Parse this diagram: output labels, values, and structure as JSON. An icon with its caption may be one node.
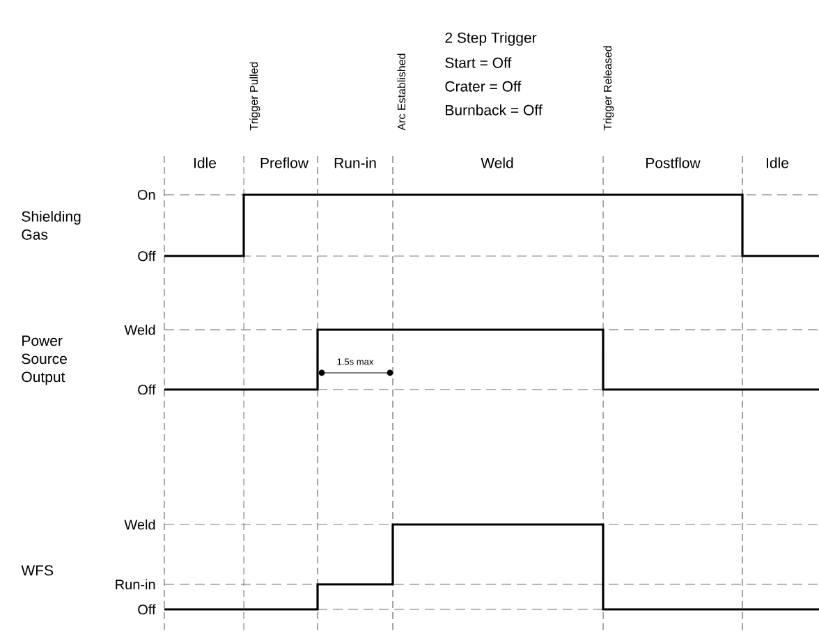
{
  "diagram": {
    "labels": [
      "Trigger Pulled",
      "Arc Established",
      "2 Step Trigger",
      "Start = Off",
      "Crater = Off",
      "Burnback = Off",
      "Trigger Released",
      "Idle",
      "Preflow",
      "Run-in",
      "Weld",
      "Postflow",
      "Idle",
      "Shielding Gas",
      "On",
      "Off",
      "Power Source Output",
      "Weld",
      "1.5s max",
      "Off",
      "WFS",
      "Weld",
      "Run-in",
      "Off"
    ]
  }
}
